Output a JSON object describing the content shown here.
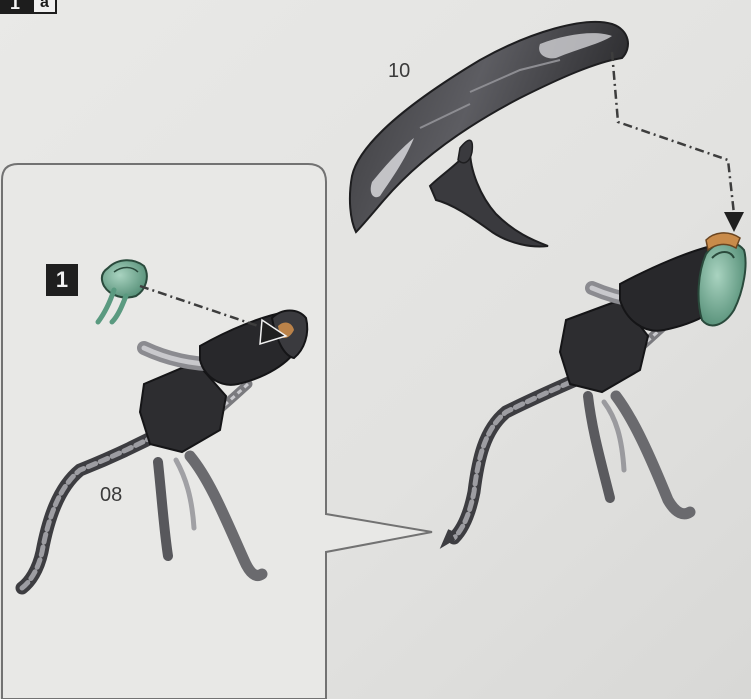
{
  "step": {
    "number": "1",
    "sub": "a"
  },
  "substep": {
    "number": "1"
  },
  "parts": {
    "claw_label": "10",
    "body_label": "08"
  },
  "colors": {
    "paper": "#e4e4e2",
    "panel_border": "#6f6f6f",
    "part_dark": "#2c2c2e",
    "part_light": "#b9b9bd",
    "head_green": "#6aa58c",
    "head_orange": "#c98b4a",
    "arrow": "#3d3d3d"
  }
}
